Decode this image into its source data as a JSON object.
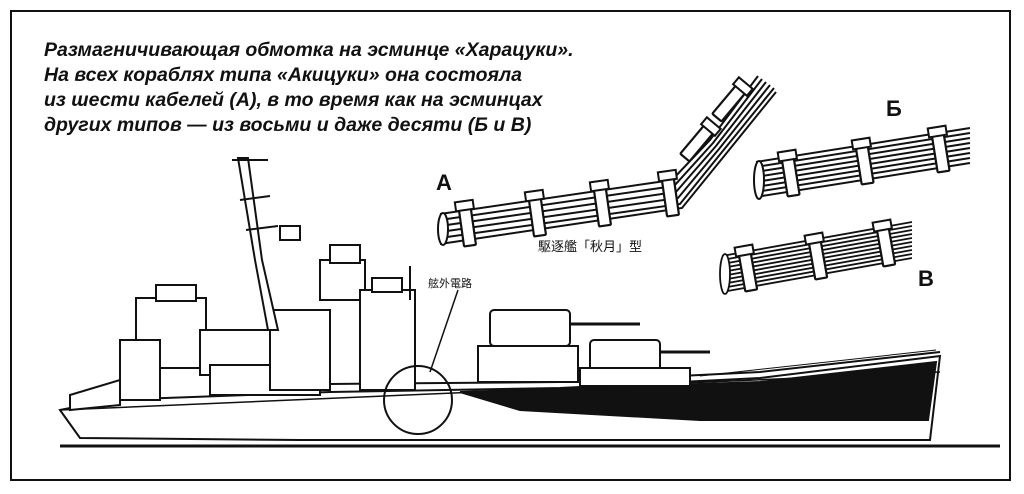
{
  "caption": {
    "lines": [
      "Размагничивающая обмотка на эсминце «Харацуки».",
      "На всех кораблях типа «Акицуки» она состояла",
      "из шести кабелей (А), в то время как на эсминцах",
      "других типов — из восьми и даже десяти (Б и В)"
    ]
  },
  "labels": {
    "a": "А",
    "b": "Б",
    "v": "В"
  },
  "japanese": {
    "cable_class": "駆逐艦「秋月」型",
    "cable_marker": "舷外電路"
  },
  "icons": [
    "cable-bundle-a-icon",
    "cable-bundle-b-icon",
    "cable-bundle-v-icon",
    "destroyer-ship-icon"
  ]
}
